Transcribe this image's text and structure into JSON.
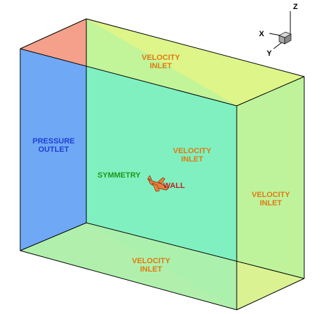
{
  "labels": {
    "pressure_outlet": [
      "PRESSURE",
      "OUTLET"
    ],
    "velocity_inlet_top": [
      "VELOCITY",
      "INLET"
    ],
    "velocity_inlet_center": [
      "VELOCITY",
      "INLET"
    ],
    "velocity_inlet_right": [
      "VELOCITY",
      "INLET"
    ],
    "velocity_inlet_bottom": [
      "VELOCITY",
      "INLET"
    ],
    "symmetry": "SYMMETRY",
    "wall": "WALL"
  },
  "axes": {
    "x": "X",
    "y": "Y",
    "z": "Z"
  },
  "colors": {
    "pressure_outlet_fill": "#6fa8f5",
    "velocity_inlet_fill": "#f5f57a",
    "symmetry_fill": "#80f0c0",
    "top_left_corner_fill": "#f5a08a",
    "velocity_inlet_text": "#e07a10",
    "pressure_outlet_text": "#1f3fd6",
    "symmetry_text": "#1a9a1a",
    "wall_text": "#c02020",
    "aircraft_fill": "#e8803a",
    "edge": "#000000"
  }
}
